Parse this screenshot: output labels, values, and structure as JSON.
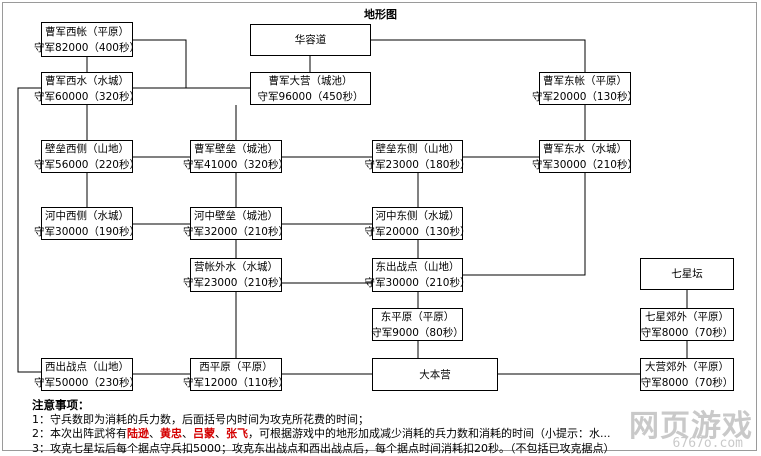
{
  "title": "地形图",
  "nodes": {
    "cao_xizhang": {
      "name": "曹军西帐（平原）",
      "garrison": "守军82000（400秒）"
    },
    "huarongdao": {
      "name": "华容道",
      "garrison": ""
    },
    "cao_xishui": {
      "name": "曹军西水（水城）",
      "garrison": "守军60000（320秒）"
    },
    "cao_daying": {
      "name": "曹军大营（城池）",
      "garrison": "守军96000（450秒）"
    },
    "cao_dongzhang": {
      "name": "曹军东帐（平原）",
      "garrison": "守军20000（130秒）"
    },
    "bilei_xice": {
      "name": "壁垒西侧（山地）",
      "garrison": "守军56000（220秒）"
    },
    "cao_bilei": {
      "name": "曹军壁垒（城池）",
      "garrison": "守军41000（320秒）"
    },
    "bilei_dongce": {
      "name": "壁垒东侧（山地）",
      "garrison": "守军23000（180秒）"
    },
    "cao_dongshui": {
      "name": "曹军东水（水城）",
      "garrison": "守军30000（210秒）"
    },
    "hezhong_xice": {
      "name": "河中西侧（水城）",
      "garrison": "守军30000（190秒）"
    },
    "hezhong_bilei": {
      "name": "河中壁垒（城池）",
      "garrison": "守军32000（210秒）"
    },
    "hezhong_dongce": {
      "name": "河中东侧（水城）",
      "garrison": "守军20000（130秒）"
    },
    "yingzhang_waishui": {
      "name": "营帐外水（水城）",
      "garrison": "守军23000（210秒）"
    },
    "dongchu_zhandian": {
      "name": "东出战点（山地）",
      "garrison": "守军30000（210秒）"
    },
    "qixingtan": {
      "name": "七星坛",
      "garrison": ""
    },
    "dongpingyuan": {
      "name": "东平原（平原）",
      "garrison": "守军9000（80秒）"
    },
    "qixing_jiaowai": {
      "name": "七星郊外（平原）",
      "garrison": "守军8000（70秒）"
    },
    "xichu_zhandian": {
      "name": "西出战点（山地）",
      "garrison": "守军50000（230秒）"
    },
    "xipingyuan": {
      "name": "西平原（平原）",
      "garrison": "守军12000（110秒）"
    },
    "dabenying": {
      "name": "大本营",
      "garrison": ""
    },
    "daying_jiaowai": {
      "name": "大营郊外（平原）",
      "garrison": "守军8000（70秒）"
    }
  },
  "notes": {
    "heading": "注意事项：",
    "line1": "1：守兵数即为消耗的兵力数，后面括号内时间为攻克所花费的时间；",
    "line2_pre": "2：本次出阵武将有",
    "line2_generals": [
      "陆逊",
      "黄忠",
      "吕蒙",
      "张飞"
    ],
    "line2_sep": "、",
    "line2_post": "，可根据游戏中的地形加成减少消耗的兵力数和消耗的时间（小提示：水...",
    "line3": "3：攻克七星坛后每个据点守兵扣5000；攻克东出战点和西出战点后，每个据点时间消耗扣20秒。（不包括已攻克据点）"
  },
  "watermark": {
    "big": "网页游戏",
    "small": "6767o.com"
  }
}
